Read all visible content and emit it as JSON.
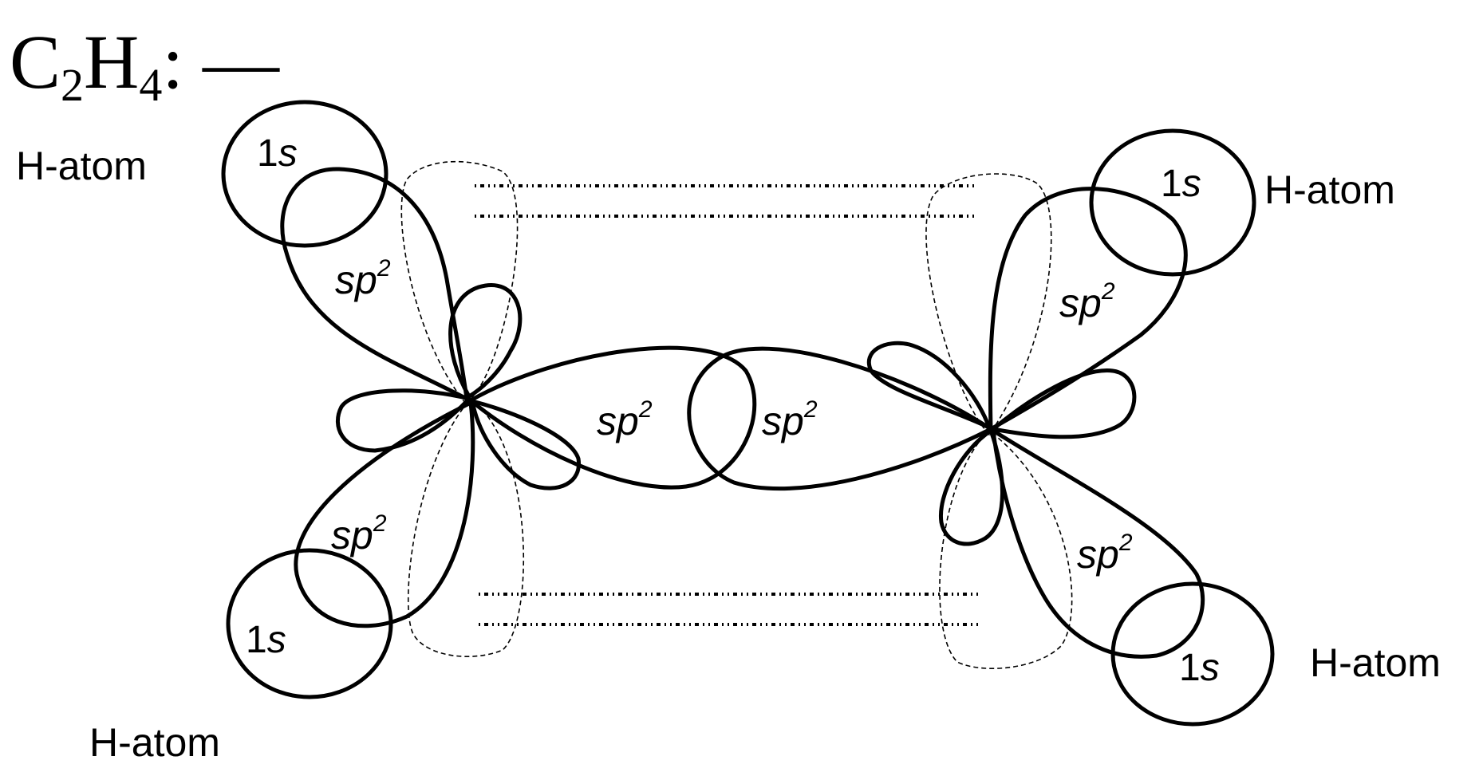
{
  "title": {
    "prefix": "C",
    "sub1": "2",
    "mid": "H",
    "sub2": "4",
    "suffix": ": —"
  },
  "atom_labels": {
    "top_left": "H-atom",
    "top_right": "H-atom",
    "bottom_left": "H-atom",
    "bottom_right": "H-atom"
  },
  "s_orbital": {
    "number": "1",
    "letter": "s"
  },
  "hybrid_orbital": {
    "base": "sp",
    "superscript": "2"
  }
}
